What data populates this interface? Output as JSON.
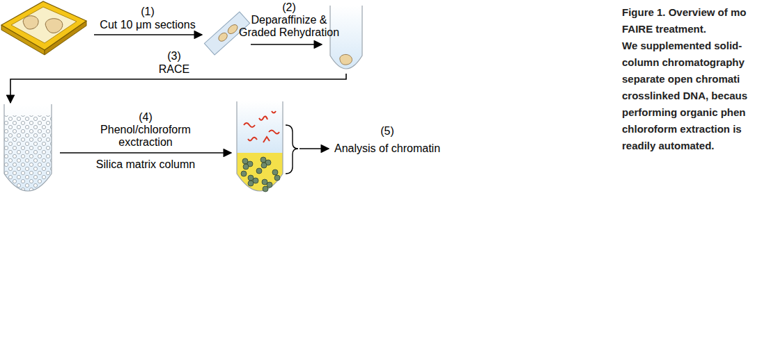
{
  "diagram": {
    "caption": "Figure 1. Overview of mo FAIRE treatment.",
    "labels": [
      "(1)",
      "Cut 10 μm sections",
      "(2)",
      "Deparaffinize & Graded Rehydration",
      "(3)",
      "RACE",
      "(4)",
      "Phenol/chloroform exctraction",
      "Silica matrix column",
      "(5)",
      "Analysis of chromatin",
      "We supplemented solid- column chromatography separate open chromati crosslinked DNA, becaus performing organic phen chloroform extraction is readily automated."
    ]
  }
}
